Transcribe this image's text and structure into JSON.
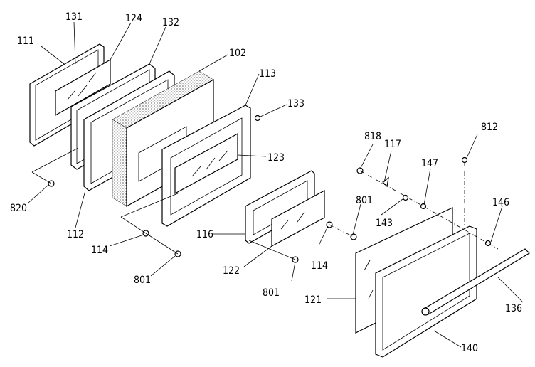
{
  "diagram": {
    "type": "exploded-parts",
    "subject": "oven door assembly",
    "labels": [
      {
        "id": "111",
        "text": "111"
      },
      {
        "id": "131",
        "text": "131"
      },
      {
        "id": "124",
        "text": "124"
      },
      {
        "id": "132",
        "text": "132"
      },
      {
        "id": "102",
        "text": "102"
      },
      {
        "id": "113",
        "text": "113"
      },
      {
        "id": "133",
        "text": "133"
      },
      {
        "id": "123",
        "text": "123"
      },
      {
        "id": "820",
        "text": "820"
      },
      {
        "id": "112",
        "text": "112"
      },
      {
        "id": "114a",
        "text": "114"
      },
      {
        "id": "801a",
        "text": "801"
      },
      {
        "id": "116",
        "text": "116"
      },
      {
        "id": "122",
        "text": "122"
      },
      {
        "id": "801b",
        "text": "801"
      },
      {
        "id": "114b",
        "text": "114"
      },
      {
        "id": "801c",
        "text": "801"
      },
      {
        "id": "818",
        "text": "818"
      },
      {
        "id": "117",
        "text": "117"
      },
      {
        "id": "147",
        "text": "147"
      },
      {
        "id": "143",
        "text": "143"
      },
      {
        "id": "812",
        "text": "812"
      },
      {
        "id": "146",
        "text": "146"
      },
      {
        "id": "121",
        "text": "121"
      },
      {
        "id": "136",
        "text": "136"
      },
      {
        "id": "140",
        "text": "140"
      }
    ]
  }
}
